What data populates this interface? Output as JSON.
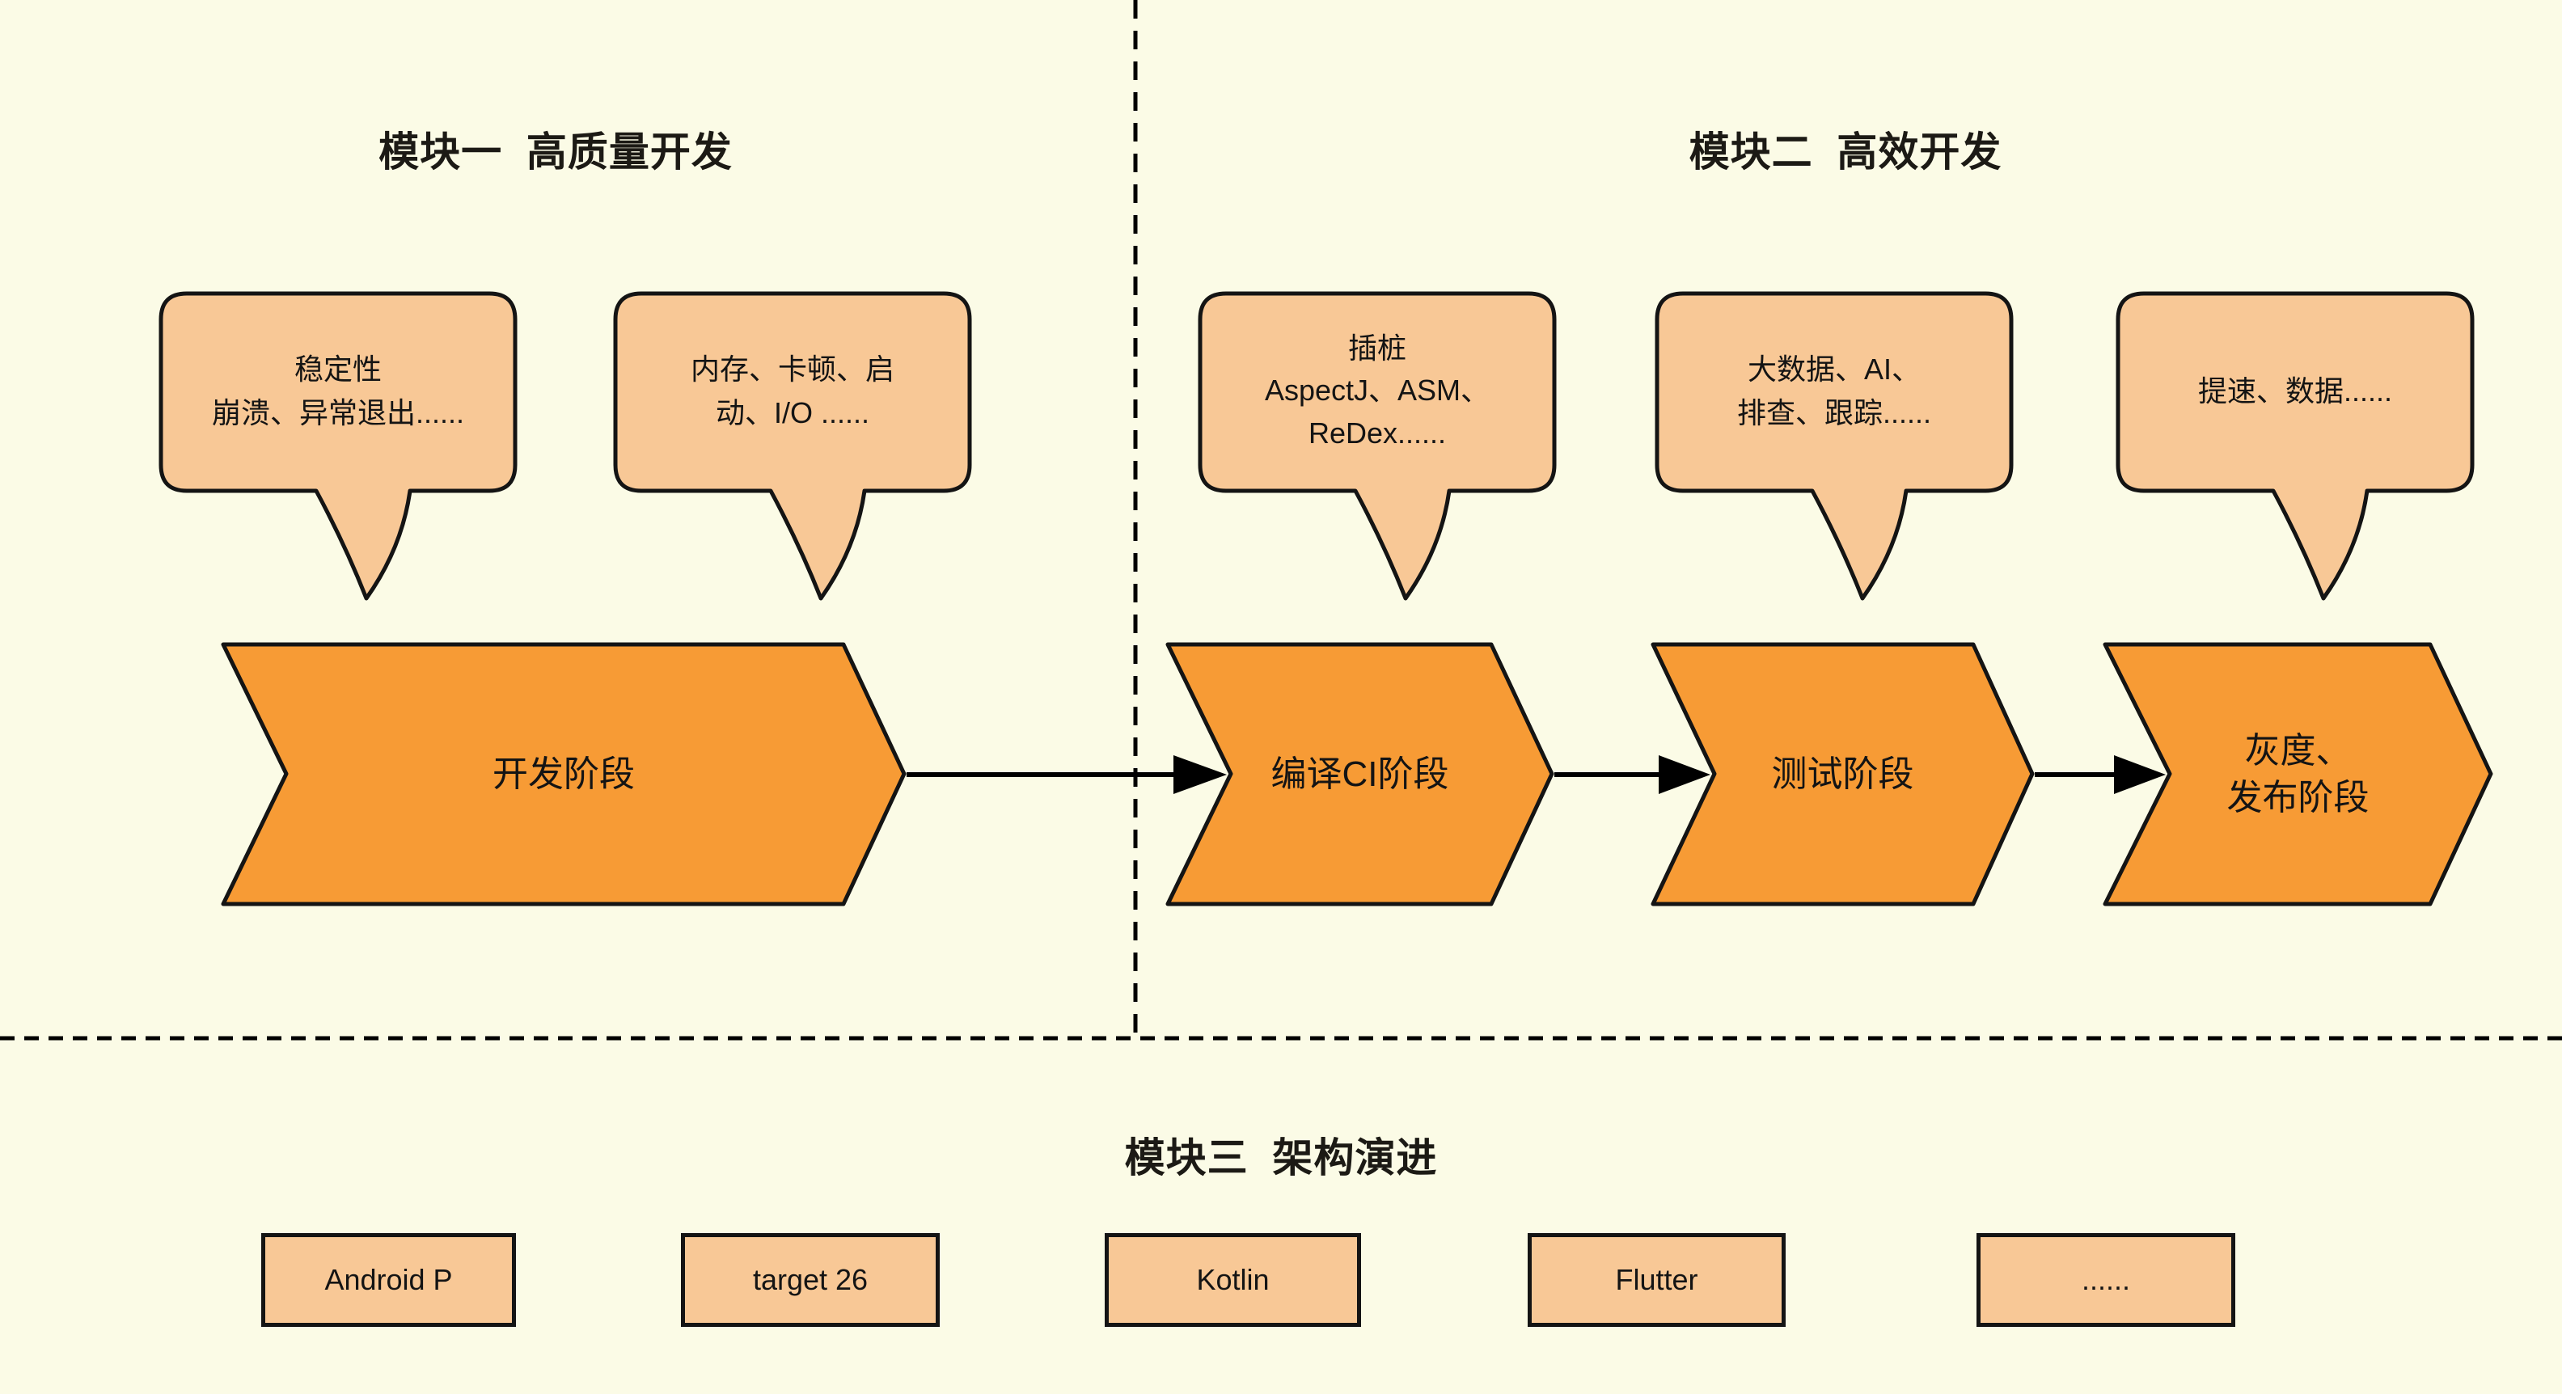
{
  "titles": {
    "module1": "模块一  高质量开发",
    "module2": "模块二  高效开发",
    "module3": "模块三  架构演进"
  },
  "bubbles": [
    {
      "name": "stability",
      "lines": [
        "稳定性",
        "崩溃、异常退出......"
      ]
    },
    {
      "name": "performance",
      "lines": [
        "内存、卡顿、启",
        "动、I/O ......"
      ]
    },
    {
      "name": "instrumentation",
      "lines": [
        "插桩",
        "AspectJ、ASM、",
        "ReDex......"
      ]
    },
    {
      "name": "bigdata-ai",
      "lines": [
        "大数据、AI、",
        "排查、跟踪......"
      ]
    },
    {
      "name": "speed-data",
      "lines": [
        "提速、数据......"
      ]
    }
  ],
  "stages": [
    {
      "name": "development",
      "lines": [
        "开发阶段"
      ]
    },
    {
      "name": "compile-ci",
      "lines": [
        "编译CI阶段"
      ]
    },
    {
      "name": "testing",
      "lines": [
        "测试阶段"
      ]
    },
    {
      "name": "gray-release",
      "lines": [
        "灰度、",
        "发布阶段"
      ]
    }
  ],
  "evolution_boxes": [
    "Android P",
    "target 26",
    "Kotlin",
    "Flutter",
    "......"
  ],
  "colors": {
    "background": "#FBFBE6",
    "bubble_fill": "#F8C896",
    "chevron_fill": "#F79B35",
    "stroke": "#141414"
  }
}
